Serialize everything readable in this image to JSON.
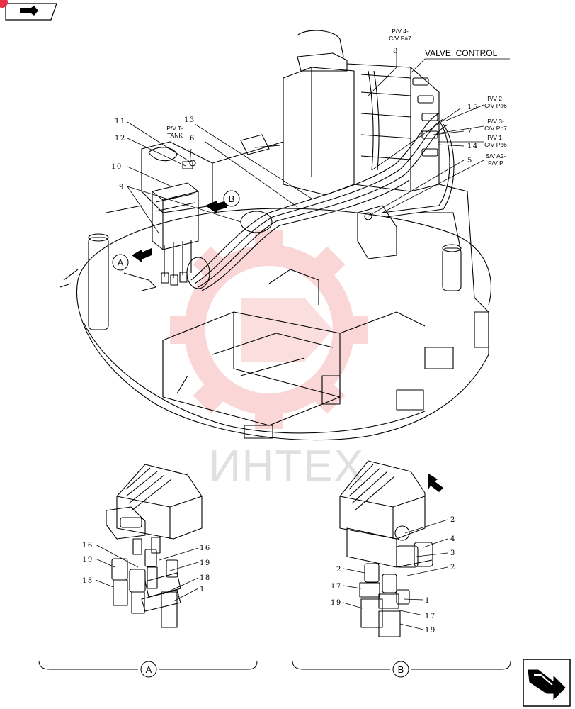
{
  "watermark": "ИНТЕХ",
  "labels": {
    "valve_control": "VALVE, CONTROL",
    "pv4": "P/V 4-",
    "cv_pa7": "C/V Pa7",
    "pv2": "P/V 2-",
    "cv_pa6": "C/V Pa6",
    "pv3": "P/V 3-",
    "cv_pb7": "C/V Pb7",
    "pv1": "P/V 1-",
    "cv_pb6": "C/V Pb6",
    "sv_a2": "S/V A2-",
    "pv_p": "P/V P",
    "pvt": "P/V T-",
    "tank": "TANK"
  },
  "callouts": {
    "n1": "1",
    "n2": "2",
    "n3": "3",
    "n4": "4",
    "n5": "5",
    "n6": "6",
    "n7": "7",
    "n8": "8",
    "n9": "9",
    "n10": "10",
    "n11": "11",
    "n12": "12",
    "n13": "13",
    "n14": "14",
    "n15": "15",
    "n16": "16",
    "n17": "17",
    "n18": "18",
    "n19": "19"
  },
  "views": {
    "a": "A",
    "b": "B"
  },
  "colors": {
    "line": "#000000",
    "watermark": "#f4a5a5",
    "badge": "#e8324a"
  },
  "icons": {
    "top_left": "next-page-arrow-icon",
    "bottom_right": "next-page-arrow-icon"
  }
}
